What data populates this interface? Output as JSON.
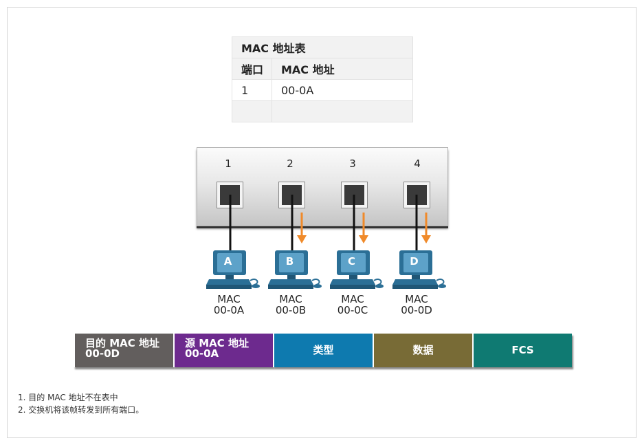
{
  "mac_table": {
    "title": "MAC 地址表",
    "headers": [
      "端口",
      "MAC 地址"
    ],
    "rows": [
      [
        "1",
        "00-0A"
      ],
      [
        "",
        ""
      ]
    ]
  },
  "switch": {
    "ports": [
      "1",
      "2",
      "3",
      "4"
    ]
  },
  "hosts": [
    {
      "letter": "A",
      "mac_label": "MAC",
      "mac": "00-0A",
      "receives_frame": false
    },
    {
      "letter": "B",
      "mac_label": "MAC",
      "mac": "00-0B",
      "receives_frame": true
    },
    {
      "letter": "C",
      "mac_label": "MAC",
      "mac": "00-0C",
      "receives_frame": true
    },
    {
      "letter": "D",
      "mac_label": "MAC",
      "mac": "00-0D",
      "receives_frame": true
    }
  ],
  "frame_fields": [
    {
      "line1": "目的 MAC 地址",
      "line2": "00-0D",
      "color": "#625e5d"
    },
    {
      "line1": "源 MAC 地址",
      "line2": "00-0A",
      "color": "#6d2a8e"
    },
    {
      "line1": "类型",
      "line2": "",
      "color": "#0e7aaf"
    },
    {
      "line1": "数据",
      "line2": "",
      "color": "#786b36"
    },
    {
      "line1": "FCS",
      "line2": "",
      "color": "#0f7a72"
    }
  ],
  "notes": [
    "1. 目的 MAC 地址不在表中",
    "2. 交换机将该帧转发到所有端口。"
  ],
  "colors": {
    "arrow": "#f08a2a",
    "cable": "#111111",
    "pc_blue": "#2b6f96",
    "pc_screen": "#5da2c9"
  }
}
